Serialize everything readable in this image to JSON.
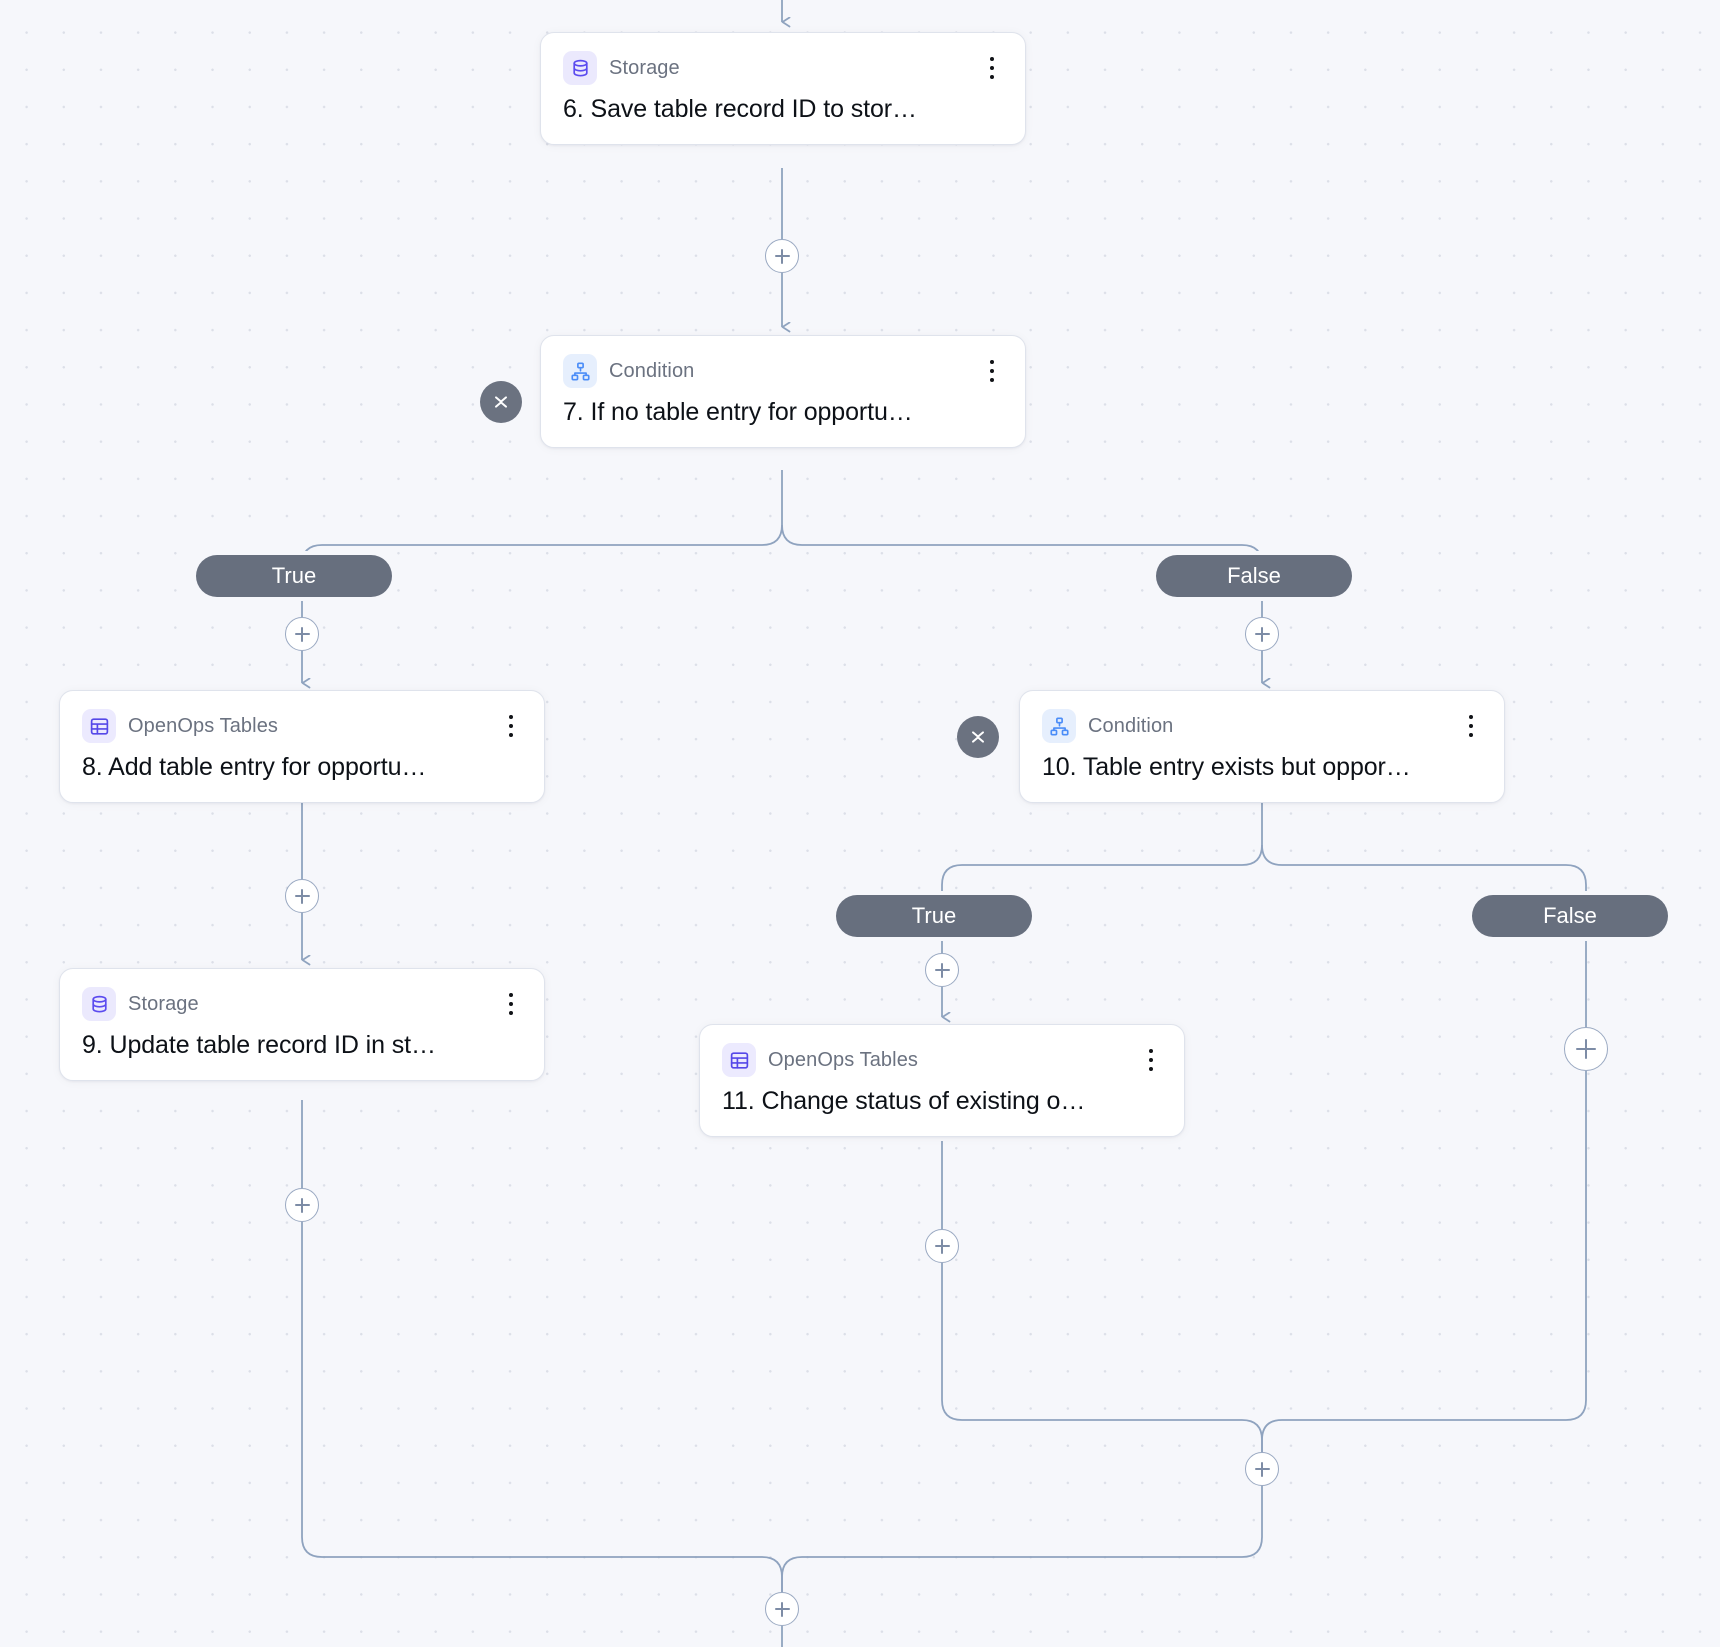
{
  "canvas": {
    "background_color": "#f6f7fb",
    "dot_color": "#dcdfe8",
    "edge_color": "#8fa3bf"
  },
  "palette": {
    "storage_icon_bg": "#ebe9fd",
    "storage_icon_fg": "#5b4bef",
    "tables_icon_bg": "#eceafe",
    "tables_icon_fg": "#5548e8",
    "condition_icon_bg": "#e6effd",
    "condition_icon_fg": "#4b8df8",
    "pill_bg": "#676f7e",
    "pill_text": "#ffffff",
    "collapse_bg": "#6b7280",
    "node_title_color": "#0d1117",
    "node_kind_color": "#6b7280"
  },
  "nodes": [
    {
      "id": "step-6",
      "kind": "Storage",
      "icon": "database-icon",
      "title": "6. Save table record ID to stor…"
    },
    {
      "id": "step-7",
      "kind": "Condition",
      "icon": "sitemap-icon",
      "title": "7. If no table entry for opportu…"
    },
    {
      "id": "step-8",
      "kind": "OpenOps Tables",
      "icon": "table-icon",
      "title": "8. Add table entry for opportu…"
    },
    {
      "id": "step-9",
      "kind": "Storage",
      "icon": "database-icon",
      "title": "9. Update table record ID in st…"
    },
    {
      "id": "step-10",
      "kind": "Condition",
      "icon": "sitemap-icon",
      "title": "10. Table entry exists but oppor…"
    },
    {
      "id": "step-11",
      "kind": "OpenOps Tables",
      "icon": "table-icon",
      "title": "11. Change status of existing o…"
    }
  ],
  "branches": [
    {
      "id": "branch-7-true",
      "label": "True",
      "parent": "step-7"
    },
    {
      "id": "branch-7-false",
      "label": "False",
      "parent": "step-7"
    },
    {
      "id": "branch-10-true",
      "label": "True",
      "parent": "step-10"
    },
    {
      "id": "branch-10-false",
      "label": "False",
      "parent": "step-10"
    }
  ],
  "add_buttons": [
    {
      "id": "add-after-6"
    },
    {
      "id": "add-branch-7-true"
    },
    {
      "id": "add-branch-7-false"
    },
    {
      "id": "add-after-8"
    },
    {
      "id": "add-after-9"
    },
    {
      "id": "add-branch-10-true"
    },
    {
      "id": "add-branch-10-false"
    },
    {
      "id": "add-after-11"
    },
    {
      "id": "add-merge-10"
    },
    {
      "id": "add-merge-7"
    }
  ],
  "collapse_buttons": [
    {
      "id": "collapse-step-7",
      "state": "expanded"
    },
    {
      "id": "collapse-step-10",
      "state": "expanded"
    }
  ]
}
